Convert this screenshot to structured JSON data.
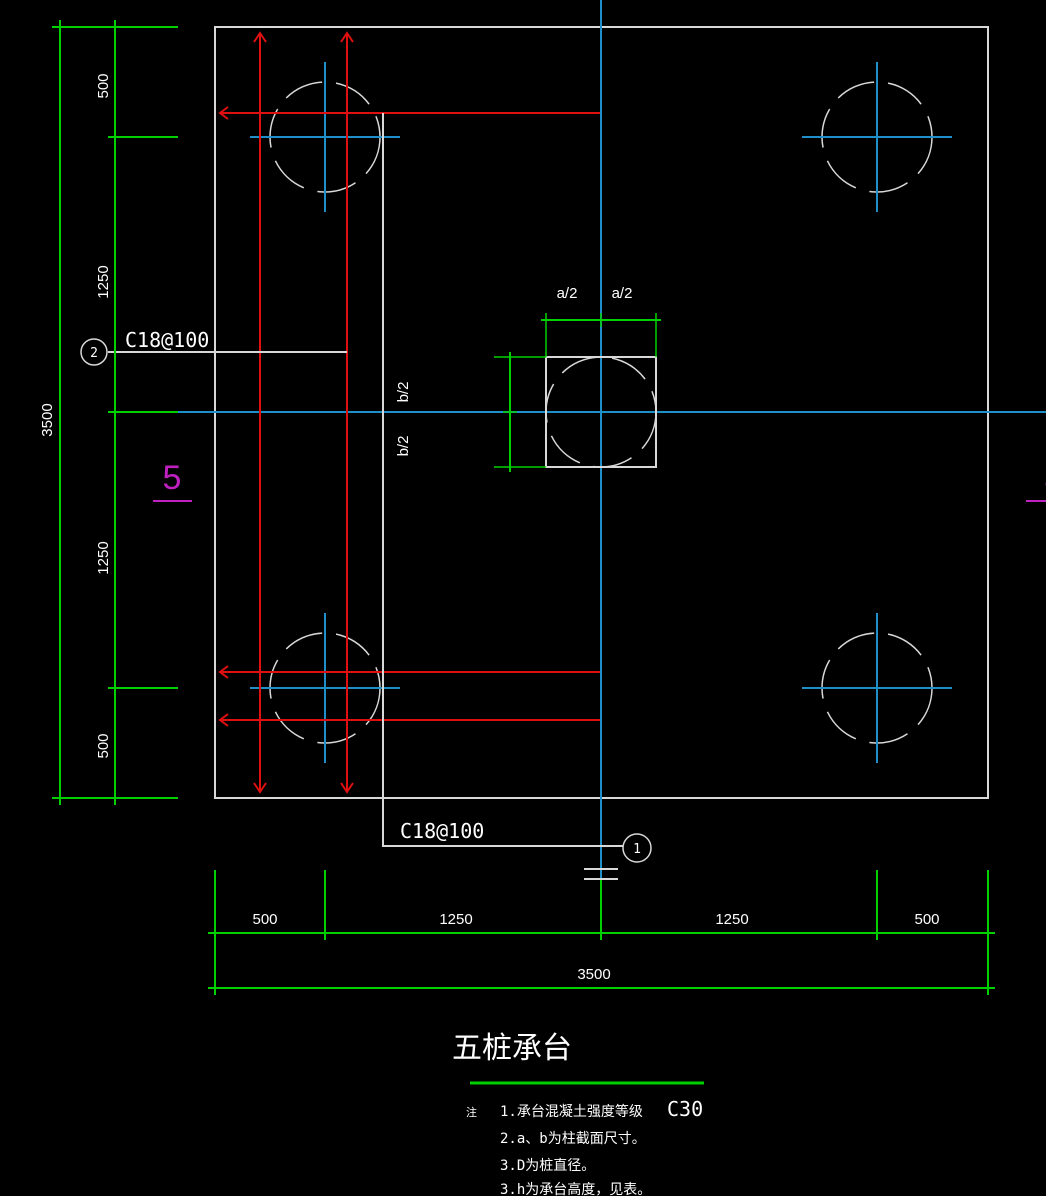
{
  "title": "五桩承台",
  "rebar": {
    "label_1": "C18@100",
    "label_2": "C18@100",
    "mark_1": "1",
    "mark_2": "2"
  },
  "section_mark": "5",
  "column_dims": {
    "a_half_left": "a/2",
    "a_half_right": "a/2",
    "b_half_top": "b/2",
    "b_half_bottom": "b/2"
  },
  "dims_left": {
    "total": "3500",
    "segments": [
      "500",
      "1250",
      "1250",
      "500"
    ]
  },
  "dims_bottom": {
    "total": "3500",
    "segments": [
      "500",
      "1250",
      "1250",
      "500"
    ]
  },
  "notes": {
    "marker": "注",
    "concrete_grade": "C30",
    "lines": [
      "1.承台混凝土强度等级",
      "2.a、b为柱截面尺寸。",
      "3.D为桩直径。",
      "3.h为承台高度，见表。"
    ]
  },
  "colors": {
    "background": "#000000",
    "outline": "#d8d8d8",
    "axis": "#1e8fc8",
    "dimension": "#00d000",
    "rebar": "#e01010",
    "section_mark": "#c020c0",
    "text": "#ffffff"
  }
}
